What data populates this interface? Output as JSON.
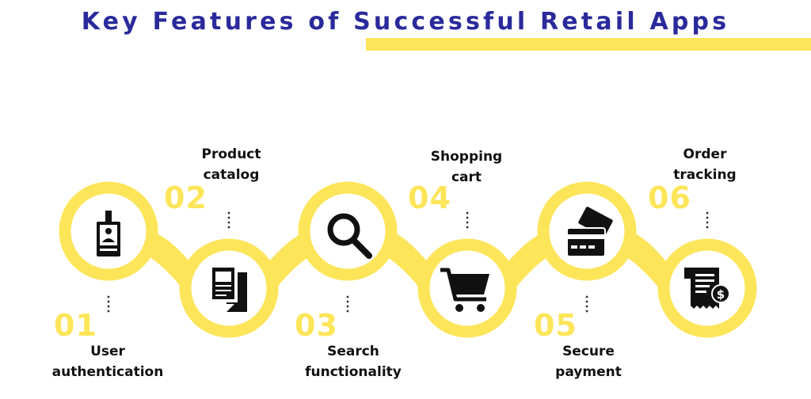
{
  "title": "Key Features of Successful Retail Apps",
  "accent_color": "#fde55a",
  "title_color": "#2a2a9c",
  "features": [
    {
      "number": "01",
      "label_line1": "User",
      "label_line2": "authentication",
      "icon": "id-badge-icon"
    },
    {
      "number": "02",
      "label_line1": "Product",
      "label_line2": "catalog",
      "icon": "catalog-icon"
    },
    {
      "number": "03",
      "label_line1": "Search",
      "label_line2": "functionality",
      "icon": "magnifier-icon"
    },
    {
      "number": "04",
      "label_line1": "Shopping",
      "label_line2": "cart",
      "icon": "shopping-cart-icon"
    },
    {
      "number": "05",
      "label_line1": "Secure",
      "label_line2": "payment",
      "icon": "credit-card-icon"
    },
    {
      "number": "06",
      "label_line1": "Order",
      "label_line2": "tracking",
      "icon": "receipt-icon"
    }
  ]
}
